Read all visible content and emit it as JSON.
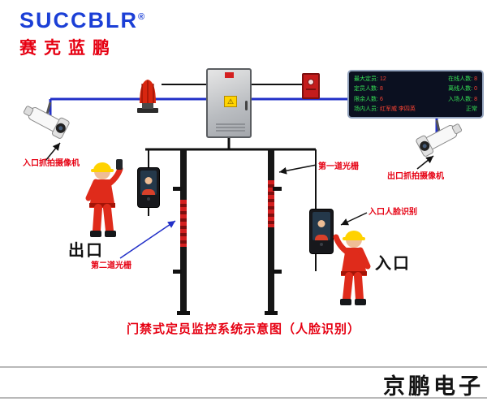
{
  "colors": {
    "brand_blue": "#1b3fd6",
    "accent_red": "#e60012",
    "wire_blue": "#2230c8",
    "display_green": "#35e055",
    "display_red": "#ff4433",
    "helmet_yellow": "#ffd200",
    "uniform_red": "#df2b1b"
  },
  "icons": {
    "warning": "⚠"
  },
  "logo": {
    "brand": "SUCCBLR",
    "registered": "®",
    "chinese": "赛克蓝鹏"
  },
  "display": {
    "rows": [
      {
        "l1": "最大定员:",
        "v1": "12",
        "l2": "在线人数:",
        "v2": "8"
      },
      {
        "l1": "定员人数:",
        "v1": "8",
        "l2": "离线人数:",
        "v2": "0"
      },
      {
        "l1": "限余人数:",
        "v1": "6",
        "l2": "入场人数:",
        "v2": "8"
      },
      {
        "l1": "场内人员:",
        "v1": "红军威 李四英",
        "l2": "",
        "v2": "正常"
      }
    ]
  },
  "labels": {
    "entrance_camera": "入口抓拍摄像机",
    "exit_camera": "出口抓拍摄像机",
    "first_light_barrier": "第一道光栅",
    "second_light_barrier": "第二道光栅",
    "entrance_face_recognition": "入口人脸识别",
    "exit_gate": "出口",
    "entrance_gate": "入口"
  },
  "title": "门禁式定员监控系统示意图（人脸识别）",
  "footer": {
    "company": "京鹏电子"
  }
}
